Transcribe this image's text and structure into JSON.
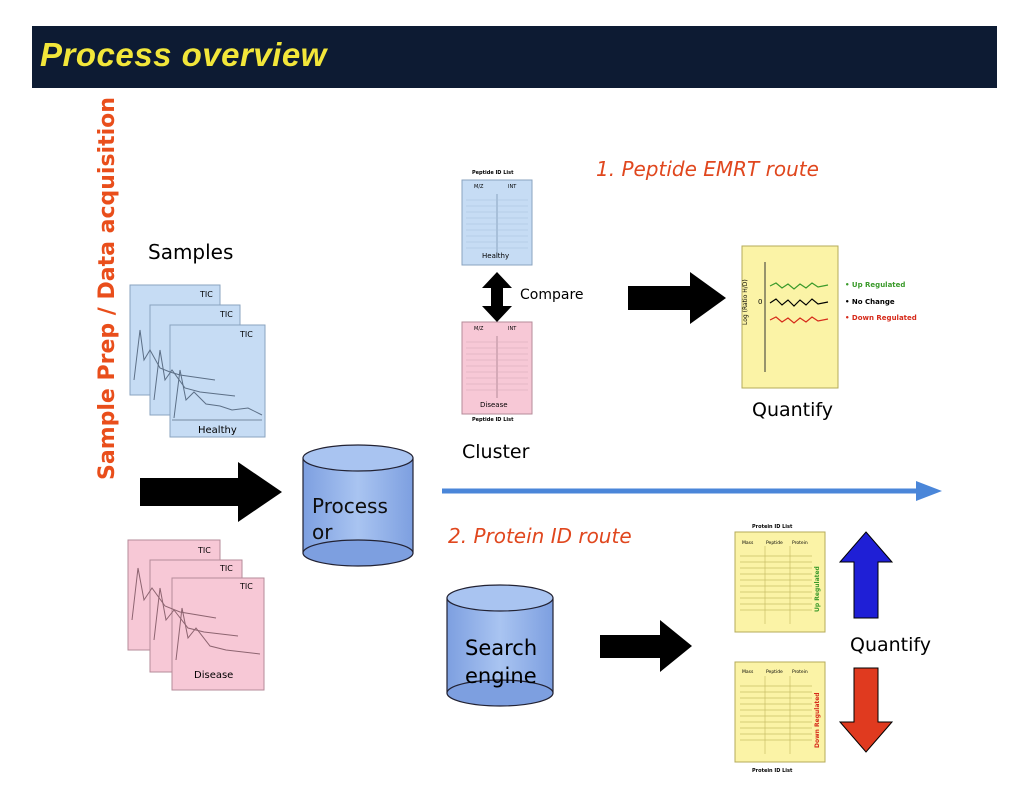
{
  "title": "Process overview",
  "side_label": "Sample Prep / Data acquisition",
  "samples_label": "Samples",
  "tic": "TIC",
  "healthy": "Healthy",
  "disease": "Disease",
  "processor_label": "Process\nor",
  "search_label": "Search\nengine",
  "route1": "1. Peptide EMRT route",
  "route2": "2. Protein ID route",
  "compare": "Compare",
  "cluster": "Cluster",
  "quantify": "Quantify",
  "peptide_id_list": "Peptide ID List",
  "mz": "M/Z",
  "int": "INT",
  "protein_id_list": "Protein ID List",
  "col_mass": "Mass",
  "col_peptide": "Peptide",
  "col_protein": "Protein",
  "up_regulated_side": "Up Regulated",
  "down_regulated_side": "Down Regulated",
  "axis_label": "Log (Ratio H/D)",
  "zero": "0",
  "legend_up": "• Up Regulated",
  "legend_nochange": "• No Change",
  "legend_down": "• Down Regulated",
  "colors": {
    "title_bg": "#0d1b33",
    "title_text": "#f2e63a",
    "route": "#e0471e",
    "healthy": "#c6dcf4",
    "disease": "#f7c8d6",
    "yellow": "#fbf3a6",
    "cylinder": "#8fb0e8",
    "up": "#1f1fd6",
    "down": "#e03a1f",
    "timeline": "#4a86d9"
  }
}
